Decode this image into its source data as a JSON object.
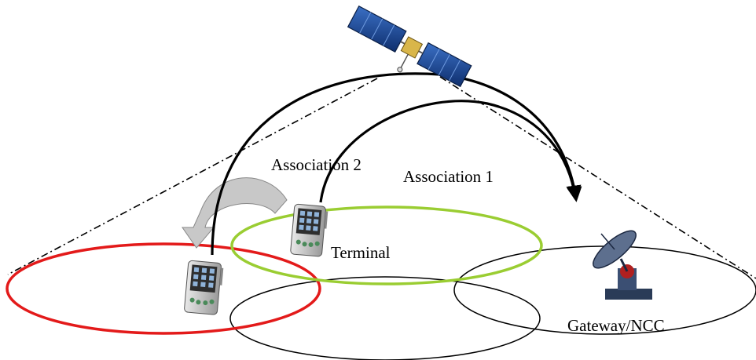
{
  "labels": {
    "association_2": "Association 2",
    "association_1": "Association 1",
    "terminal": "Terminal",
    "gateway": "Gateway/NCC"
  },
  "colors": {
    "red_beam": "#e31a1a",
    "green_beam": "#9acd32",
    "black_beam": "#000000",
    "handover_arrow": "#c8c8c8",
    "satellite_panel": "#1f4e9a"
  },
  "icons": [
    "satellite-icon",
    "handheld-terminal-icon",
    "handheld-terminal-icon",
    "satellite-dish-icon"
  ]
}
